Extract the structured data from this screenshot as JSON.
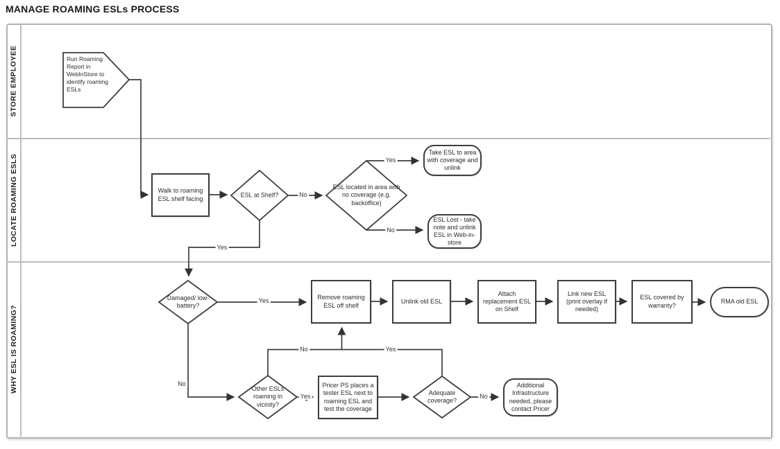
{
  "title": "MANAGE ROAMING ESLs PROCESS",
  "lanes": [
    {
      "label": "STORE EMPLOYEE"
    },
    {
      "label": "LOCATE ROAMING ESLS"
    },
    {
      "label": "WHY ESL IS ROAMING?"
    }
  ],
  "labels": {
    "yes": "Yes",
    "no": "No"
  },
  "nodes": {
    "run_report": {
      "type": "off-page-connector",
      "label": "Run Roaming Report in WebInStore to identify roaming ESLs"
    },
    "walk": {
      "type": "process",
      "label": "Walk to roaming ESL shelf facing"
    },
    "esl_at_shelf": {
      "type": "decision",
      "label": "ESL at Shelf?"
    },
    "no_coverage": {
      "type": "decision",
      "label": "ESL located in area with no coverage (e.g. backoffice)"
    },
    "take_to_coverage": {
      "type": "terminator",
      "label": "Take ESL to area with coverage and unlink"
    },
    "esl_lost": {
      "type": "terminator",
      "label": "ESL Lost - take note and unlink ESL in Web-in-store"
    },
    "damaged": {
      "type": "decision",
      "label": "Damaged/ low-battery?"
    },
    "remove_esl": {
      "type": "process",
      "label": "Remove roaming ESL off shelf"
    },
    "unlink_old": {
      "type": "process",
      "label": "Unlink old ESL"
    },
    "attach_replacement": {
      "type": "process",
      "label": "Attach replacement ESL on Shelf"
    },
    "link_new": {
      "type": "process",
      "label": "Link new ESL (print overlay if needed)"
    },
    "warranty": {
      "type": "process",
      "label": "ESL covered by warranty?"
    },
    "rma": {
      "type": "terminator",
      "label": "RMA old ESL"
    },
    "other_esls": {
      "type": "decision",
      "label": "Other ESLs roaming in vicinity?"
    },
    "pricer_test": {
      "type": "process",
      "label": "Pricer PS places a tester ESL next to roaming ESL and test the coverage"
    },
    "adequate": {
      "type": "decision",
      "label": "Adequate coverage?"
    },
    "infrastructure": {
      "type": "terminator",
      "label": "Additional Infrastructure needed, please contact Pricer"
    }
  },
  "colors": {
    "shape_border": "#3d3d3d",
    "lane_border": "#b3b3b3",
    "text": "#2b2b2b",
    "background": "#ffffff"
  }
}
